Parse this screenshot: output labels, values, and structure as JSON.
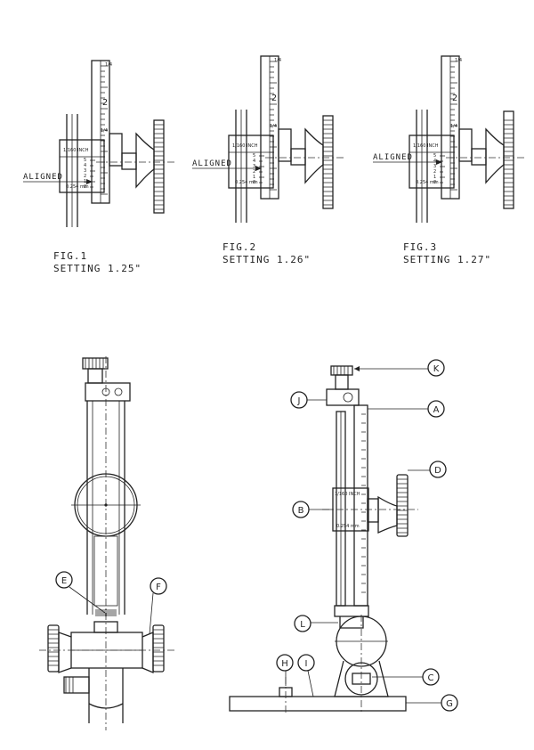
{
  "figures": [
    {
      "id": "fig1",
      "title": "FIG.1",
      "setting": "SETTING 1.25\"",
      "aligned": "ALIGNED",
      "head": "1/160 INCH",
      "metric": "0.254 mm",
      "scale_top": "1/4",
      "scale_mid": "2",
      "scale_low": "1/4"
    },
    {
      "id": "fig2",
      "title": "FIG.2",
      "setting": "SETTING 1.26\"",
      "aligned": "ALIGNED",
      "head": "1/160 INCH",
      "metric": "0.254 mm",
      "scale_top": "1/4",
      "scale_mid": "2",
      "scale_low": "1/4"
    },
    {
      "id": "fig3",
      "title": "FIG.3",
      "setting": "SETTING 1.27\"",
      "aligned": "ALIGNED",
      "head": "1/160 INCH",
      "metric": "0.254 mm",
      "scale_top": "1/4",
      "scale_mid": "2",
      "scale_low": "1/4"
    }
  ],
  "vernier_digits": [
    "5",
    "4",
    "3",
    "2",
    "1",
    "0"
  ],
  "callouts": {
    "A": "A",
    "B": "B",
    "C": "C",
    "D": "D",
    "E": "E",
    "F": "F",
    "G": "G",
    "H": "H",
    "I": "I",
    "J": "J",
    "K": "K",
    "L": "L"
  },
  "side_view_head": "1/160 INCH",
  "side_view_metric": "0.254 mm"
}
